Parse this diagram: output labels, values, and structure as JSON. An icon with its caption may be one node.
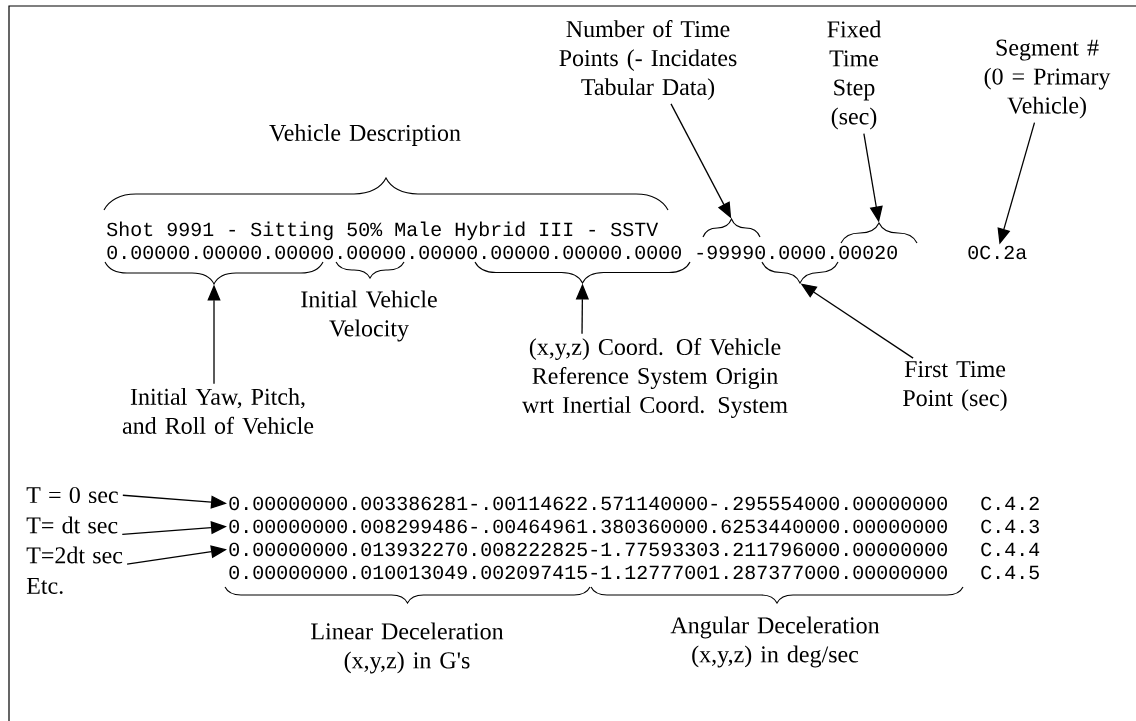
{
  "diagram": {
    "nodes": [
      {
        "text": [
          "Number of Time Points (- Incidates Tabular Data)"
        ]
      },
      {
        "text": [
          "Fixed Time Step (sec)"
        ]
      },
      {
        "text": [
          "Segment # (0 = Primary Vehicle)"
        ]
      },
      {
        "text": [
          "0C.2a"
        ]
      },
      {
        "text": [
          "First Time Point (sec)"
        ]
      },
      {
        "text": [
          "Initial Yaw, Pitch, and Roll of Vehicle"
        ]
      },
      {
        "text": [
          "(x,y,z) Coord. Of Vehicle Reference System Origin wrt Inertial Coord. System"
        ]
      },
      {
        "text": [
          "T = 0 sec"
        ]
      },
      {
        "text": [
          "T= dt sec"
        ]
      },
      {
        "text": [
          "T=2dt sec"
        ]
      },
      {
        "text": [
          "0.00000000.003386281-.00114622.571140000-.295554000.00000000"
        ]
      },
      {
        "text": [
          "0.00000000.008299486-.00464961.380360000.6253440000.00000000"
        ]
      },
      {
        "text": [
          "0.00000000.013932270.008222825-1.77593303.211796000.00000000"
        ]
      },
      {
        "text": [],
        "shape": "brace"
      },
      {
        "text": [],
        "shape": "brace"
      },
      {
        "text": [],
        "shape": "brace"
      },
      {
        "text": [],
        "shape": "brace"
      },
      {
        "text": [],
        "shape": "brace"
      }
    ],
    "edges": [
      {
        "from": 0,
        "to": 15,
        "arrow": "to"
      },
      {
        "from": 1,
        "to": 17,
        "arrow": "to"
      },
      {
        "from": 2,
        "to": 3,
        "arrow": "to"
      },
      {
        "from": 4,
        "to": 16,
        "arrow": "to"
      },
      {
        "from": 5,
        "to": 13,
        "arrow": "to"
      },
      {
        "from": 6,
        "to": 14,
        "arrow": "to"
      },
      {
        "from": 7,
        "to": 10,
        "arrow": "to"
      },
      {
        "from": 8,
        "to": 11,
        "arrow": "to"
      },
      {
        "from": 9,
        "to": 12,
        "arrow": "to"
      }
    ],
    "labels": [
      "Vehicle Description",
      "Shot 9991 - Sitting 50% Male Hybrid III - SSTV",
      "0.00000.00000.00000.00000.00000.00000.00000.0000 -99990.0000.00020",
      "Initial Vehicle Velocity",
      "0.00000000.010013049.002097415-1.12777001.287377000.00000000",
      "Etc.",
      "C.4.2",
      "C.4.3",
      "C.4.4",
      "C.4.5",
      "Linear Deceleration (x,y,z) in G's",
      "Angular Deceleration (x,y,z) in deg/sec"
    ]
  }
}
